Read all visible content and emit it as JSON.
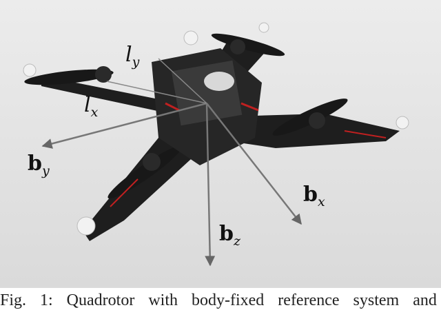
{
  "figure": {
    "labels": {
      "ly": {
        "main": "l",
        "sub": "y"
      },
      "lx": {
        "main": "l",
        "sub": "x"
      },
      "by": {
        "main": "b",
        "sub": "y"
      },
      "bx": {
        "main": "b",
        "sub": "x"
      },
      "bz": {
        "main": "b",
        "sub": "z"
      }
    },
    "caption": "Fig. 1: Quadrotor with body-fixed reference system and",
    "colors": {
      "background": "#e2e2e2",
      "frame": "#1c1c1c",
      "arrow": "#777777"
    }
  }
}
